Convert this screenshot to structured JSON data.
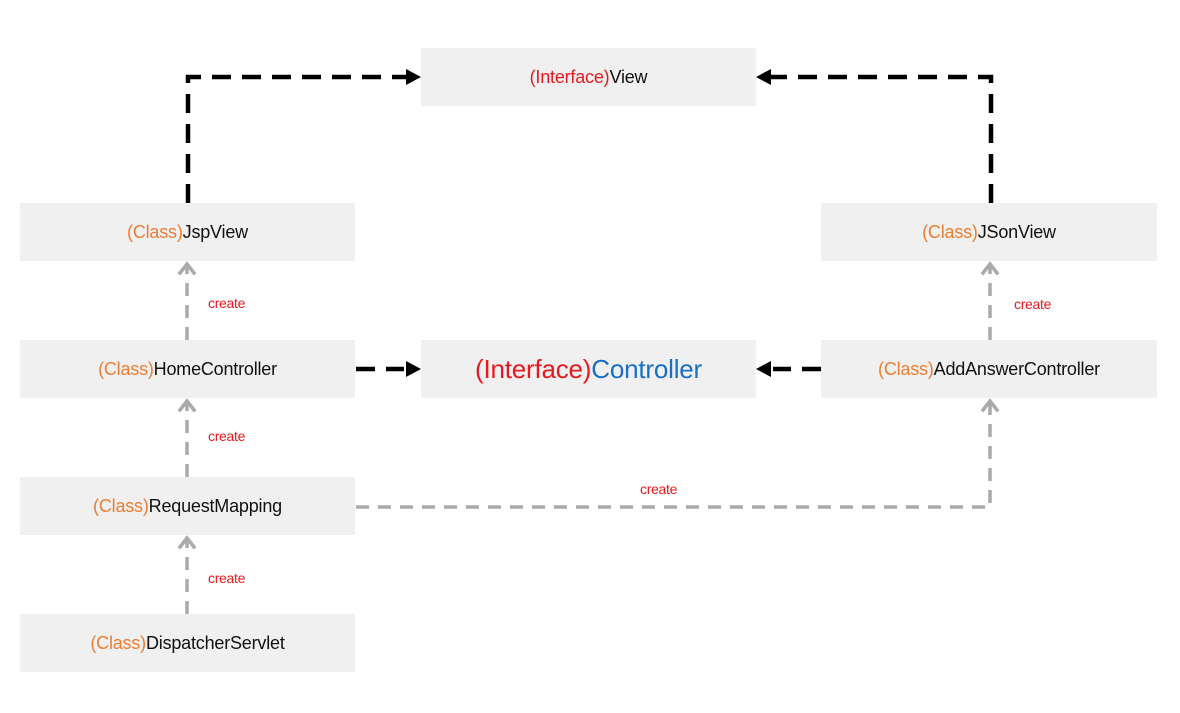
{
  "colors": {
    "box_fill": "#f0f0f0",
    "interface_prefix": "#e8191e",
    "class_prefix": "#ed7d31",
    "controller_name": "#1a6fc2",
    "default_text": "#111111",
    "realization_line": "#000000",
    "create_line": "#aaaaaa",
    "create_label": "#e8191e"
  },
  "nodes": {
    "view": {
      "prefix": "(Interface)",
      "name": "View"
    },
    "controller": {
      "prefix": "(Interface)",
      "name": "Controller"
    },
    "jspview": {
      "prefix": "(Class)",
      "name": "JspView"
    },
    "jsonview": {
      "prefix": "(Class)",
      "name": "JSonView"
    },
    "homecontroller": {
      "prefix": "(Class)",
      "name": "HomeController"
    },
    "addanswercontroller": {
      "prefix": "(Class)",
      "name": "AddAnswerController"
    },
    "requestmapping": {
      "prefix": "(Class)",
      "name": "RequestMapping"
    },
    "dispatcherservlet": {
      "prefix": "(Class)",
      "name": "DispatcherServlet"
    }
  },
  "edge_labels": {
    "home_creates_jsp": "create",
    "mapping_creates_home": "create",
    "servlet_creates_mapping": "create",
    "addanswer_creates_json": "create",
    "mapping_creates_addanswer": "create"
  }
}
